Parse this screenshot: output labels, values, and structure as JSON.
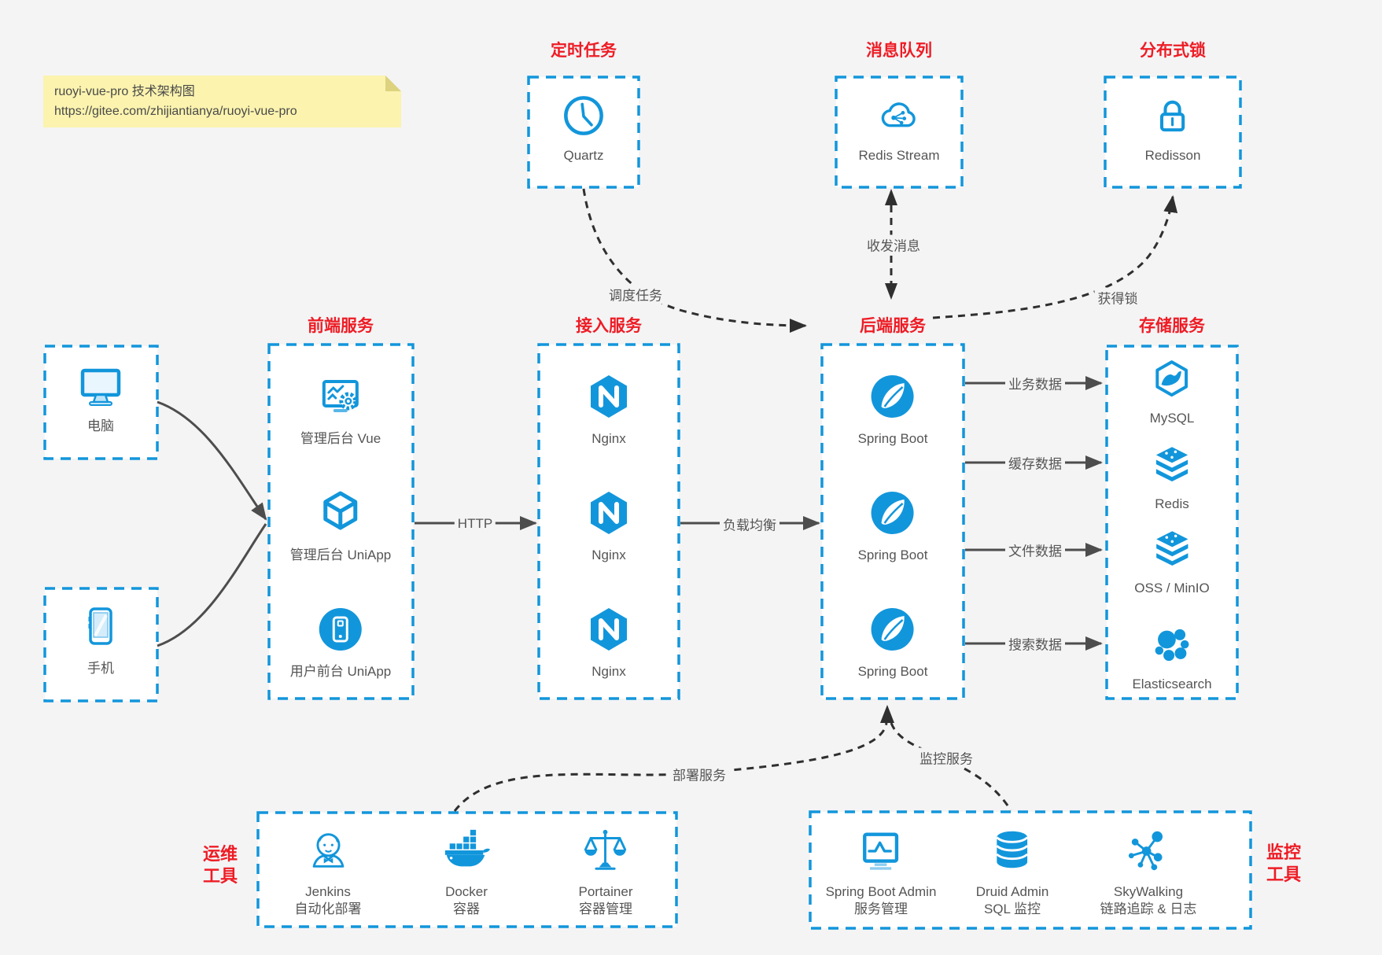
{
  "note": {
    "line1": "ruoyi-vue-pro 技术架构图",
    "line2": "https://gitee.com/zhijiantianya/ruoyi-vue-pro"
  },
  "top_groups": [
    {
      "title": "定时任务",
      "item": {
        "label": "Quartz",
        "icon": "clock-icon"
      }
    },
    {
      "title": "消息队列",
      "item": {
        "label": "Redis Stream",
        "icon": "cloud-message-icon"
      }
    },
    {
      "title": "分布式锁",
      "item": {
        "label": "Redisson",
        "icon": "lock-icon"
      }
    }
  ],
  "clients": [
    {
      "label": "电脑",
      "icon": "desktop-icon"
    },
    {
      "label": "手机",
      "icon": "mobile-icon"
    }
  ],
  "main_groups": [
    {
      "title": "前端服务",
      "items": [
        {
          "label": "管理后台 Vue",
          "icon": "admin-vue-icon"
        },
        {
          "label": "管理后台 UniApp",
          "icon": "uniapp-cube-icon"
        },
        {
          "label": "用户前台 UniApp",
          "icon": "user-app-icon"
        }
      ]
    },
    {
      "title": "接入服务",
      "items": [
        {
          "label": "Nginx",
          "icon": "nginx-icon"
        },
        {
          "label": "Nginx",
          "icon": "nginx-icon"
        },
        {
          "label": "Nginx",
          "icon": "nginx-icon"
        }
      ]
    },
    {
      "title": "后端服务",
      "items": [
        {
          "label": "Spring Boot",
          "icon": "spring-icon"
        },
        {
          "label": "Spring Boot",
          "icon": "spring-icon"
        },
        {
          "label": "Spring Boot",
          "icon": "spring-icon"
        }
      ]
    },
    {
      "title": "存储服务",
      "items": [
        {
          "label": "MySQL",
          "icon": "mysql-icon"
        },
        {
          "label": "Redis",
          "icon": "storage-stack-icon"
        },
        {
          "label": "OSS / MinIO",
          "icon": "storage-stack-icon"
        },
        {
          "label": "Elasticsearch",
          "icon": "elasticsearch-icon"
        }
      ]
    }
  ],
  "bottom_groups": [
    {
      "title_line1": "运维",
      "title_line2": "工具",
      "items": [
        {
          "label": "Jenkins",
          "sublabel": "自动化部署",
          "icon": "jenkins-icon"
        },
        {
          "label": "Docker",
          "sublabel": "容器",
          "icon": "docker-icon"
        },
        {
          "label": "Portainer",
          "sublabel": "容器管理",
          "icon": "portainer-icon"
        }
      ]
    },
    {
      "title_line1": "监控",
      "title_line2": "工具",
      "items": [
        {
          "label": "Spring Boot Admin",
          "sublabel": "服务管理",
          "icon": "monitor-chart-icon"
        },
        {
          "label": "Druid Admin",
          "sublabel": "SQL 监控",
          "icon": "database-icon"
        },
        {
          "label": "SkyWalking",
          "sublabel": "链路追踪 & 日志",
          "icon": "topology-icon"
        }
      ]
    }
  ],
  "edge_labels": {
    "http": "HTTP",
    "load_balance": "负载均衡",
    "business_data": "业务数据",
    "cache_data": "缓存数据",
    "file_data": "文件数据",
    "search_data": "搜索数据",
    "schedule_task": "调度任务",
    "send_receive_msg": "收发消息",
    "acquire_lock": "获得锁",
    "deploy_service": "部署服务",
    "monitor_service": "监控服务"
  },
  "colors": {
    "accent_blue": "#1296db",
    "title_red": "#ee1c25",
    "note_bg": "#fbf3ae",
    "canvas_bg": "#f4f4f5",
    "arrow_gray": "#4d4d4d",
    "arrow_black": "#2f2f2f",
    "label_gray": "#555555"
  }
}
